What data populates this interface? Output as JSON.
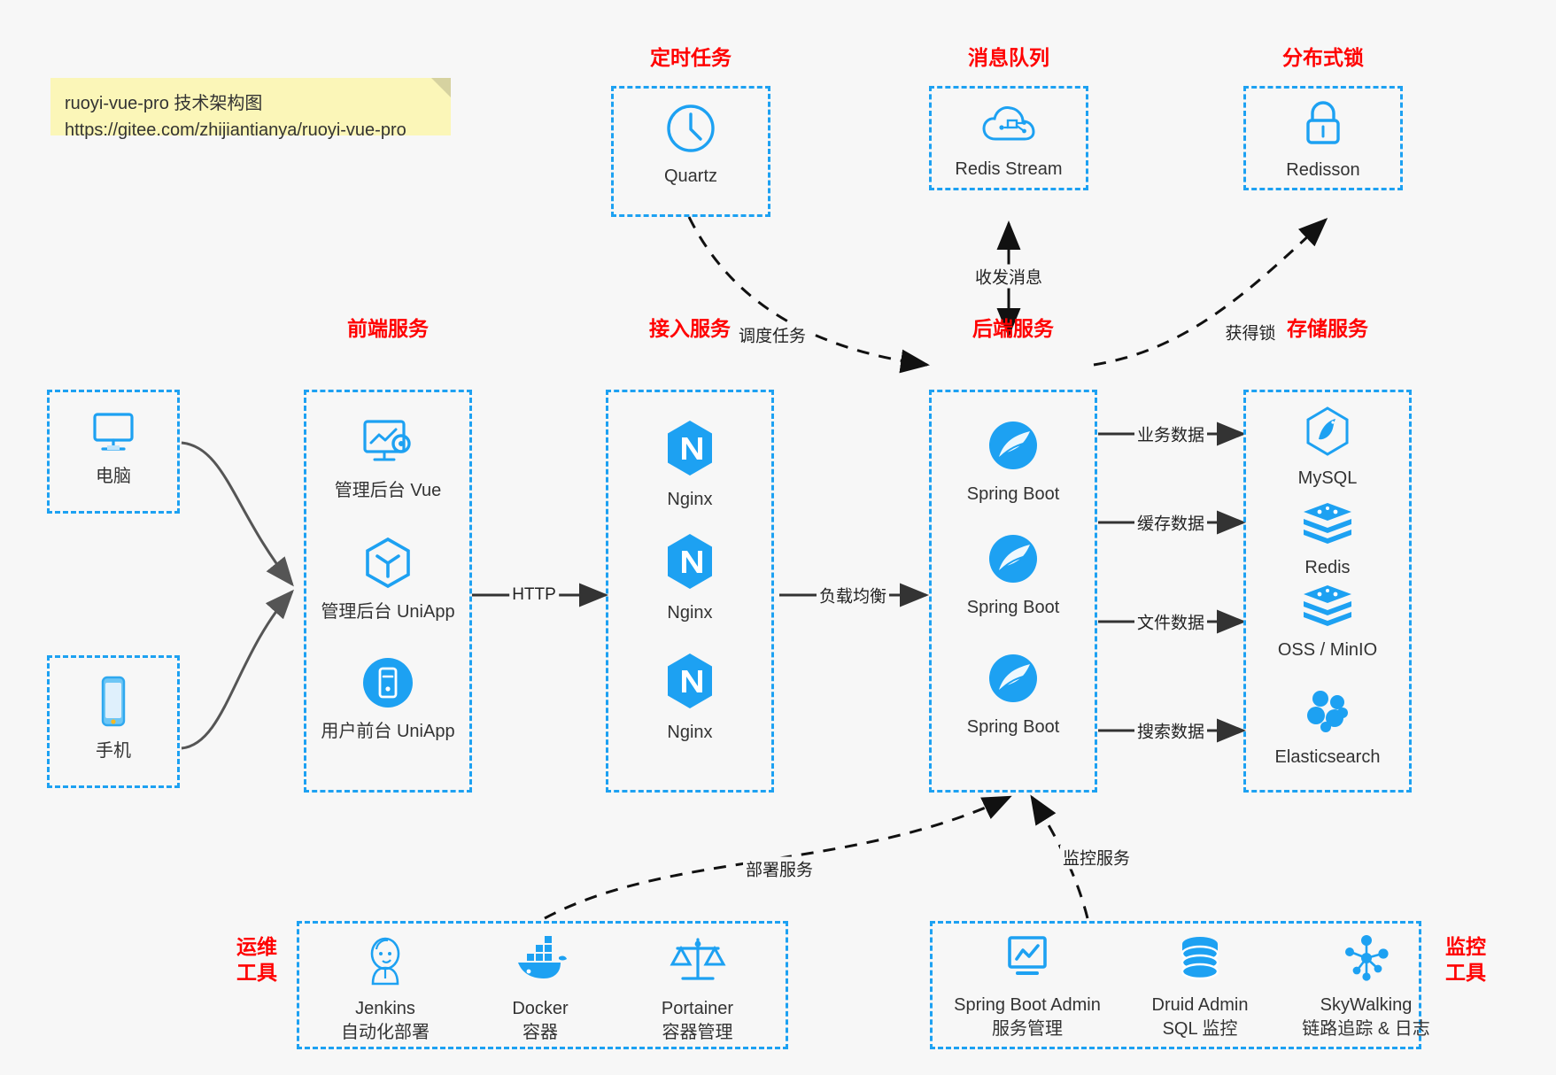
{
  "note": {
    "line1": "ruoyi-vue-pro 技术架构图",
    "line2": "https://gitee.com/zhijiantianya/ruoyi-vue-pro",
    "bg_color": "#fbf6b8"
  },
  "theme": {
    "accent": "#1da1f2",
    "group_title_color": "#ff0000",
    "background": "#f7f7f7",
    "text": "#333333"
  },
  "groups": {
    "scheduled_task": {
      "title": "定时任务"
    },
    "message_queue": {
      "title": "消息队列"
    },
    "distributed_lock": {
      "title": "分布式锁"
    },
    "frontend": {
      "title": "前端服务"
    },
    "gateway": {
      "title": "接入服务"
    },
    "backend": {
      "title": "后端服务"
    },
    "storage": {
      "title": "存储服务"
    },
    "devops": {
      "title_line1": "运维",
      "title_line2": "工具"
    },
    "monitor": {
      "title_line1": "监控",
      "title_line2": "工具"
    }
  },
  "nodes": {
    "quartz": {
      "label": "Quartz",
      "icon": "clock-icon"
    },
    "redis_stream": {
      "label": "Redis Stream",
      "icon": "cloud-stream-icon"
    },
    "redisson": {
      "label": "Redisson",
      "icon": "lock-icon"
    },
    "computer": {
      "label": "电脑",
      "icon": "desktop-icon"
    },
    "phone": {
      "label": "手机",
      "icon": "mobile-icon"
    },
    "admin_vue": {
      "label": "管理后台 Vue",
      "icon": "dashboard-icon"
    },
    "admin_uniapp": {
      "label": "管理后台 UniApp",
      "icon": "cube-icon"
    },
    "user_uniapp": {
      "label": "用户前台 UniApp",
      "icon": "app-icon"
    },
    "nginx1": {
      "label": "Nginx",
      "icon": "nginx-icon"
    },
    "nginx2": {
      "label": "Nginx",
      "icon": "nginx-icon"
    },
    "nginx3": {
      "label": "Nginx",
      "icon": "nginx-icon"
    },
    "springboot1": {
      "label": "Spring Boot",
      "icon": "spring-icon"
    },
    "springboot2": {
      "label": "Spring Boot",
      "icon": "spring-icon"
    },
    "springboot3": {
      "label": "Spring Boot",
      "icon": "spring-icon"
    },
    "mysql": {
      "label": "MySQL",
      "icon": "mysql-icon"
    },
    "redis": {
      "label": "Redis",
      "icon": "redis-icon"
    },
    "oss": {
      "label": "OSS / MinIO",
      "icon": "redis-icon"
    },
    "elasticsearch": {
      "label": "Elasticsearch",
      "icon": "elasticsearch-icon"
    },
    "jenkins": {
      "label": "Jenkins",
      "sub": "自动化部署",
      "icon": "jenkins-icon"
    },
    "docker": {
      "label": "Docker",
      "sub": "容器",
      "icon": "docker-icon"
    },
    "portainer": {
      "label": "Portainer",
      "sub": "容器管理",
      "icon": "scales-icon"
    },
    "sba": {
      "label": "Spring Boot Admin",
      "sub": "服务管理",
      "icon": "monitor-chart-icon"
    },
    "druid": {
      "label": "Druid Admin",
      "sub": "SQL 监控",
      "icon": "database-icon"
    },
    "skywalking": {
      "label": "SkyWalking",
      "sub": "链路追踪 & 日志",
      "icon": "network-node-icon"
    }
  },
  "edges": [
    {
      "id": "schedule-task",
      "label": "调度任务"
    },
    {
      "id": "send-receive-message",
      "label": "收发消息"
    },
    {
      "id": "acquire-lock",
      "label": "获得锁"
    },
    {
      "id": "http",
      "label": "HTTP"
    },
    {
      "id": "load-balance",
      "label": "负载均衡"
    },
    {
      "id": "business-data",
      "label": "业务数据"
    },
    {
      "id": "cache-data",
      "label": "缓存数据"
    },
    {
      "id": "file-data",
      "label": "文件数据"
    },
    {
      "id": "search-data",
      "label": "搜索数据"
    },
    {
      "id": "deploy-service",
      "label": "部署服务"
    },
    {
      "id": "monitor-service",
      "label": "监控服务"
    }
  ]
}
